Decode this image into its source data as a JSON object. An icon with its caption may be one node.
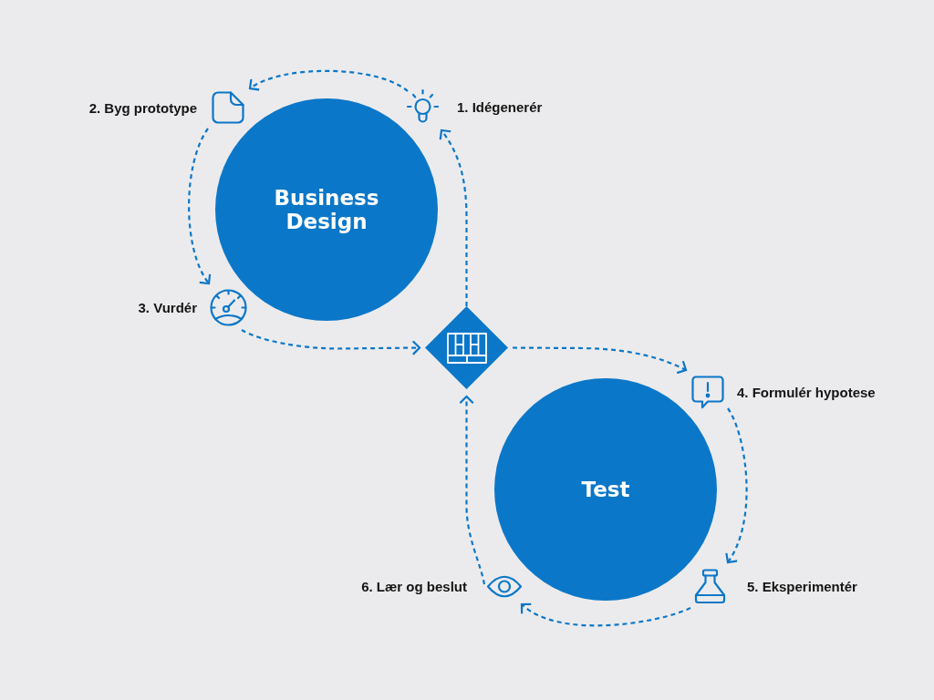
{
  "diagram": {
    "nodes": [
      {
        "text": [
          "Business Design"
        ]
      },
      {
        "text": [
          "Test"
        ]
      },
      {
        "text": [],
        "shape": "diamond"
      },
      {
        "text": [
          "1. Idégenerér"
        ]
      },
      {
        "text": [
          "2. Byg prototype"
        ]
      },
      {
        "text": [
          "3. Vurdér"
        ]
      },
      {
        "text": [
          "4. Formulér hypotese"
        ]
      },
      {
        "text": [
          "5. Eksperimentér"
        ]
      },
      {
        "text": [
          "6. Lær og beslut"
        ]
      }
    ],
    "edges": [
      {
        "from": 2,
        "to": 3,
        "arrow": "to",
        "style": "dashed"
      },
      {
        "from": 3,
        "to": 4,
        "arrow": "to",
        "style": "dashed"
      },
      {
        "from": 4,
        "to": 5,
        "arrow": "to",
        "style": "dashed"
      },
      {
        "from": 5,
        "to": 2,
        "arrow": "to",
        "style": "dashed"
      },
      {
        "from": 2,
        "to": 6,
        "arrow": "to",
        "style": "dashed"
      },
      {
        "from": 6,
        "to": 7,
        "arrow": "to",
        "style": "dashed"
      },
      {
        "from": 7,
        "to": 8,
        "arrow": "to",
        "style": "dashed"
      },
      {
        "from": 8,
        "to": 2,
        "arrow": "to",
        "style": "dashed"
      }
    ]
  }
}
